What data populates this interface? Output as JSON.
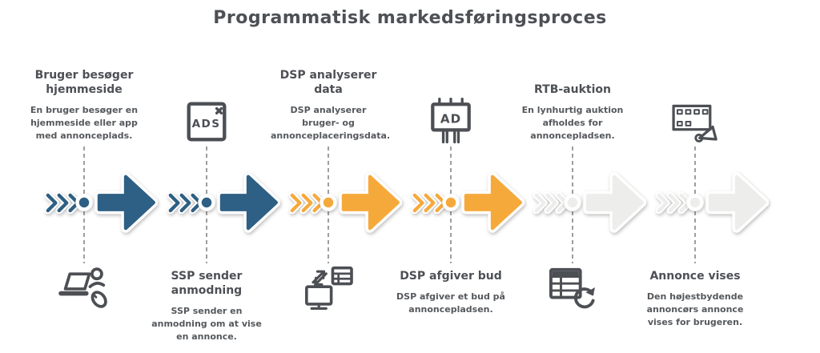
{
  "title": "Programmatisk markedsføringsproces",
  "theme": {
    "blue": "#2e5f84",
    "orange": "#f6a93b",
    "light": "#ededeb",
    "icon": "#4c4f54",
    "heading-text": "#4d5055",
    "body-text": "#55585c",
    "connector": "#9e9e9e"
  },
  "steps": [
    {
      "title": "Bruger besøger hjemmeside",
      "description": "En bruger besøger en hjemmeside eller app med annonceplads.",
      "color": "#2e5f84",
      "icon": "user-laptop-icon"
    },
    {
      "title": "SSP sender anmodning",
      "description": "SSP sender en anmodning om at vise en annonce.",
      "color": "#2e5f84",
      "icon": "ad-popup-icon"
    },
    {
      "title": "DSP analyserer data",
      "description": "DSP analyserer bruger- og annonceplaceringsdata.",
      "color": "#f6a93b",
      "icon": "data-transfer-icon"
    },
    {
      "title": "DSP afgiver bud",
      "description": "DSP afgiver et bud på annoncepladsen.",
      "color": "#f6a93b",
      "icon": "billboard-ad-icon"
    },
    {
      "title": "RTB-auktion",
      "description": "En lynhurtig auktion afholdes for annoncepladsen.",
      "color": "#ededeb",
      "icon": "table-refresh-icon"
    },
    {
      "title": "Annonce vises",
      "description": "Den højestbydende annoncørs annonce vises for brugeren.",
      "color": "#ededeb",
      "icon": "film-megaphone-icon"
    }
  ],
  "icons": {
    "ad_popup_text": "ADS",
    "billboard_text": "AD"
  }
}
